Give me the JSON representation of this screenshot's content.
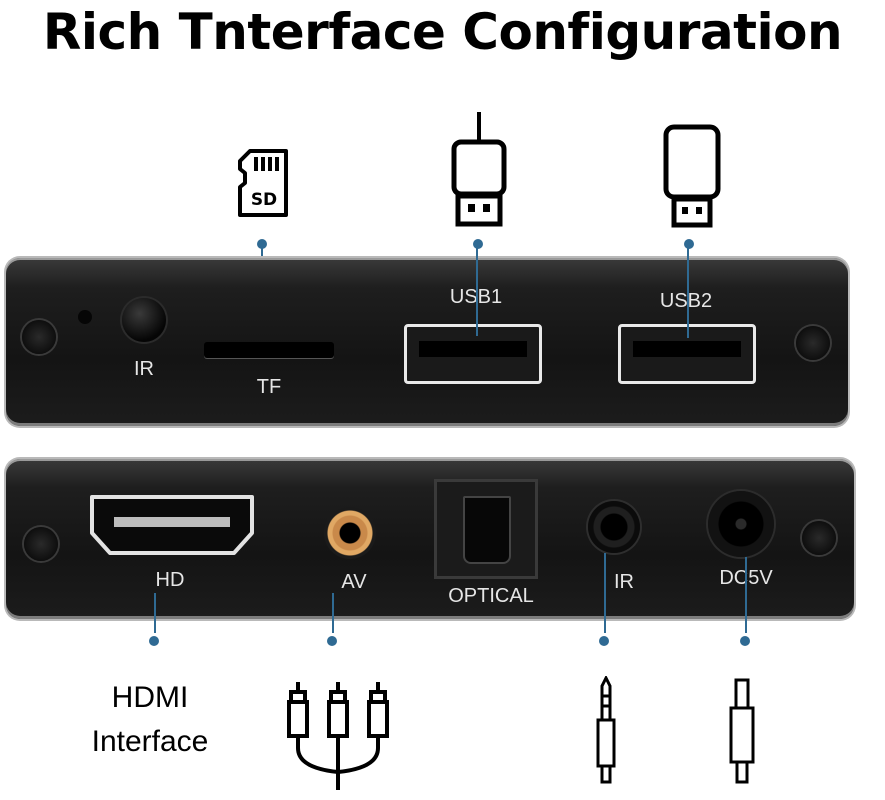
{
  "title": "Rich Tnterface Configuration",
  "top_panel": {
    "ir_label": "IR",
    "tf_label": "TF",
    "usb1_label": "USB1",
    "usb2_label": "USB2"
  },
  "bottom_panel": {
    "hd_label": "HD",
    "av_label": "AV",
    "optical_label": "OPTICAL",
    "ir_label": "IR",
    "dc_label": "DC5V"
  },
  "icons": {
    "sd_card_text": "SD",
    "sd_card": "sd-card-icon",
    "usb_plug_1": "usb-plug-icon",
    "usb_plug_2": "usb-drive-icon",
    "rca": "rca-cable-icon",
    "jack": "audio-jack-icon",
    "dc": "dc-plug-icon"
  },
  "captions": {
    "hdmi_line1": "HDMI",
    "hdmi_line2": "Interface"
  },
  "colors": {
    "leader_line": "#2f6a93",
    "av_port": "#d79a55",
    "panel": "#151515"
  }
}
